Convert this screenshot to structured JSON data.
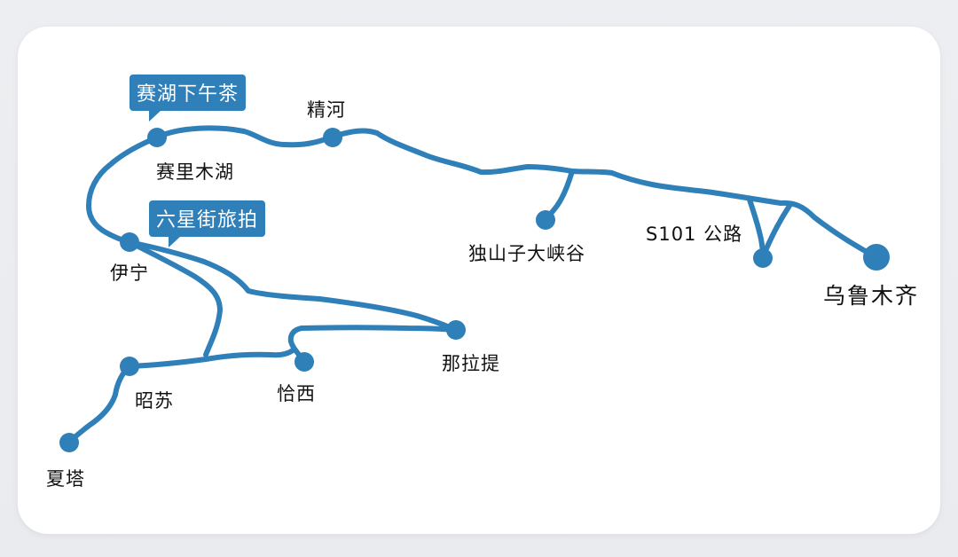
{
  "colors": {
    "route": "#2f7fb9",
    "callout_bg": "#2f7fb9",
    "callout_text": "#ffffff",
    "label_text": "#111111"
  },
  "callouts": {
    "sayram_tea": "赛湖下午茶",
    "liuxing_photo": "六星街旅拍"
  },
  "places": {
    "jinghe": "精河",
    "sayram_lake": "赛里木湖",
    "yining": "伊宁",
    "dushanzi": "独山子大峡谷",
    "s101": "S101 公路",
    "urumqi": "乌鲁木齐",
    "nalati": "那拉提",
    "zhaosu": "昭苏",
    "qiaxi": "恰西",
    "xiata": "夏塔"
  }
}
